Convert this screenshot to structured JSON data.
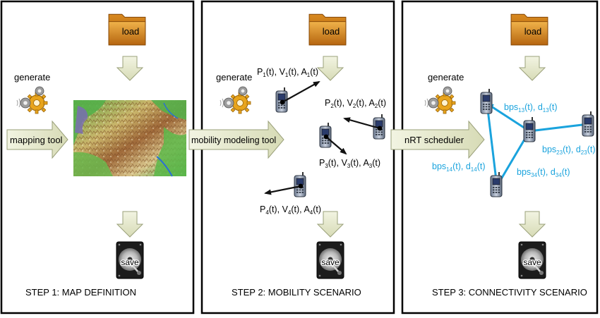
{
  "steps": [
    {
      "caption": "STEP 1: MAP DEFINITION",
      "load_label": "load",
      "save_label": "save",
      "generate_label": "generate",
      "tool_label": "mapping tool"
    },
    {
      "caption": "STEP 2: MOBILITY SCENARIO",
      "load_label": "load",
      "save_label": "save",
      "generate_label": "generate",
      "tool_label": "mobility modeling tool",
      "nodes": [
        {
          "P": "P",
          "V": "V",
          "A": "A",
          "index": "1",
          "suffix": "(t)"
        },
        {
          "P": "P",
          "V": "V",
          "A": "A",
          "index": "2",
          "suffix": "(t)"
        },
        {
          "P": "P",
          "V": "V",
          "A": "A",
          "index": "3",
          "suffix": "(t)"
        },
        {
          "P": "P",
          "V": "V",
          "A": "A",
          "index": "4",
          "suffix": "(t)"
        }
      ]
    },
    {
      "caption": "STEP 3: CONNECTIVITY SCENARIO",
      "load_label": "load",
      "save_label": "save",
      "generate_label": "generate",
      "tool_label": "nRT scheduler",
      "links": [
        {
          "bps": "bps",
          "d": "d",
          "index": "13",
          "suffix": "(t)"
        },
        {
          "bps": "bps",
          "d": "d",
          "index": "23",
          "suffix": "(t)"
        },
        {
          "bps": "bps",
          "d": "d",
          "index": "14",
          "suffix": "(t)"
        },
        {
          "bps": "bps",
          "d": "d",
          "index": "34",
          "suffix": "(t)"
        }
      ]
    }
  ],
  "colors": {
    "link": "#1aa3dd",
    "arrow_fill": "#e3e6c8",
    "arrow_stroke": "#9aa07a",
    "folder": "#d98a1f",
    "gear_orange": "#e8a41c",
    "gear_gray": "#8b8b8b"
  },
  "icons": [
    "folder-icon",
    "gears-icon",
    "phone-icon",
    "hard-disk-icon",
    "terrain-map-image"
  ]
}
